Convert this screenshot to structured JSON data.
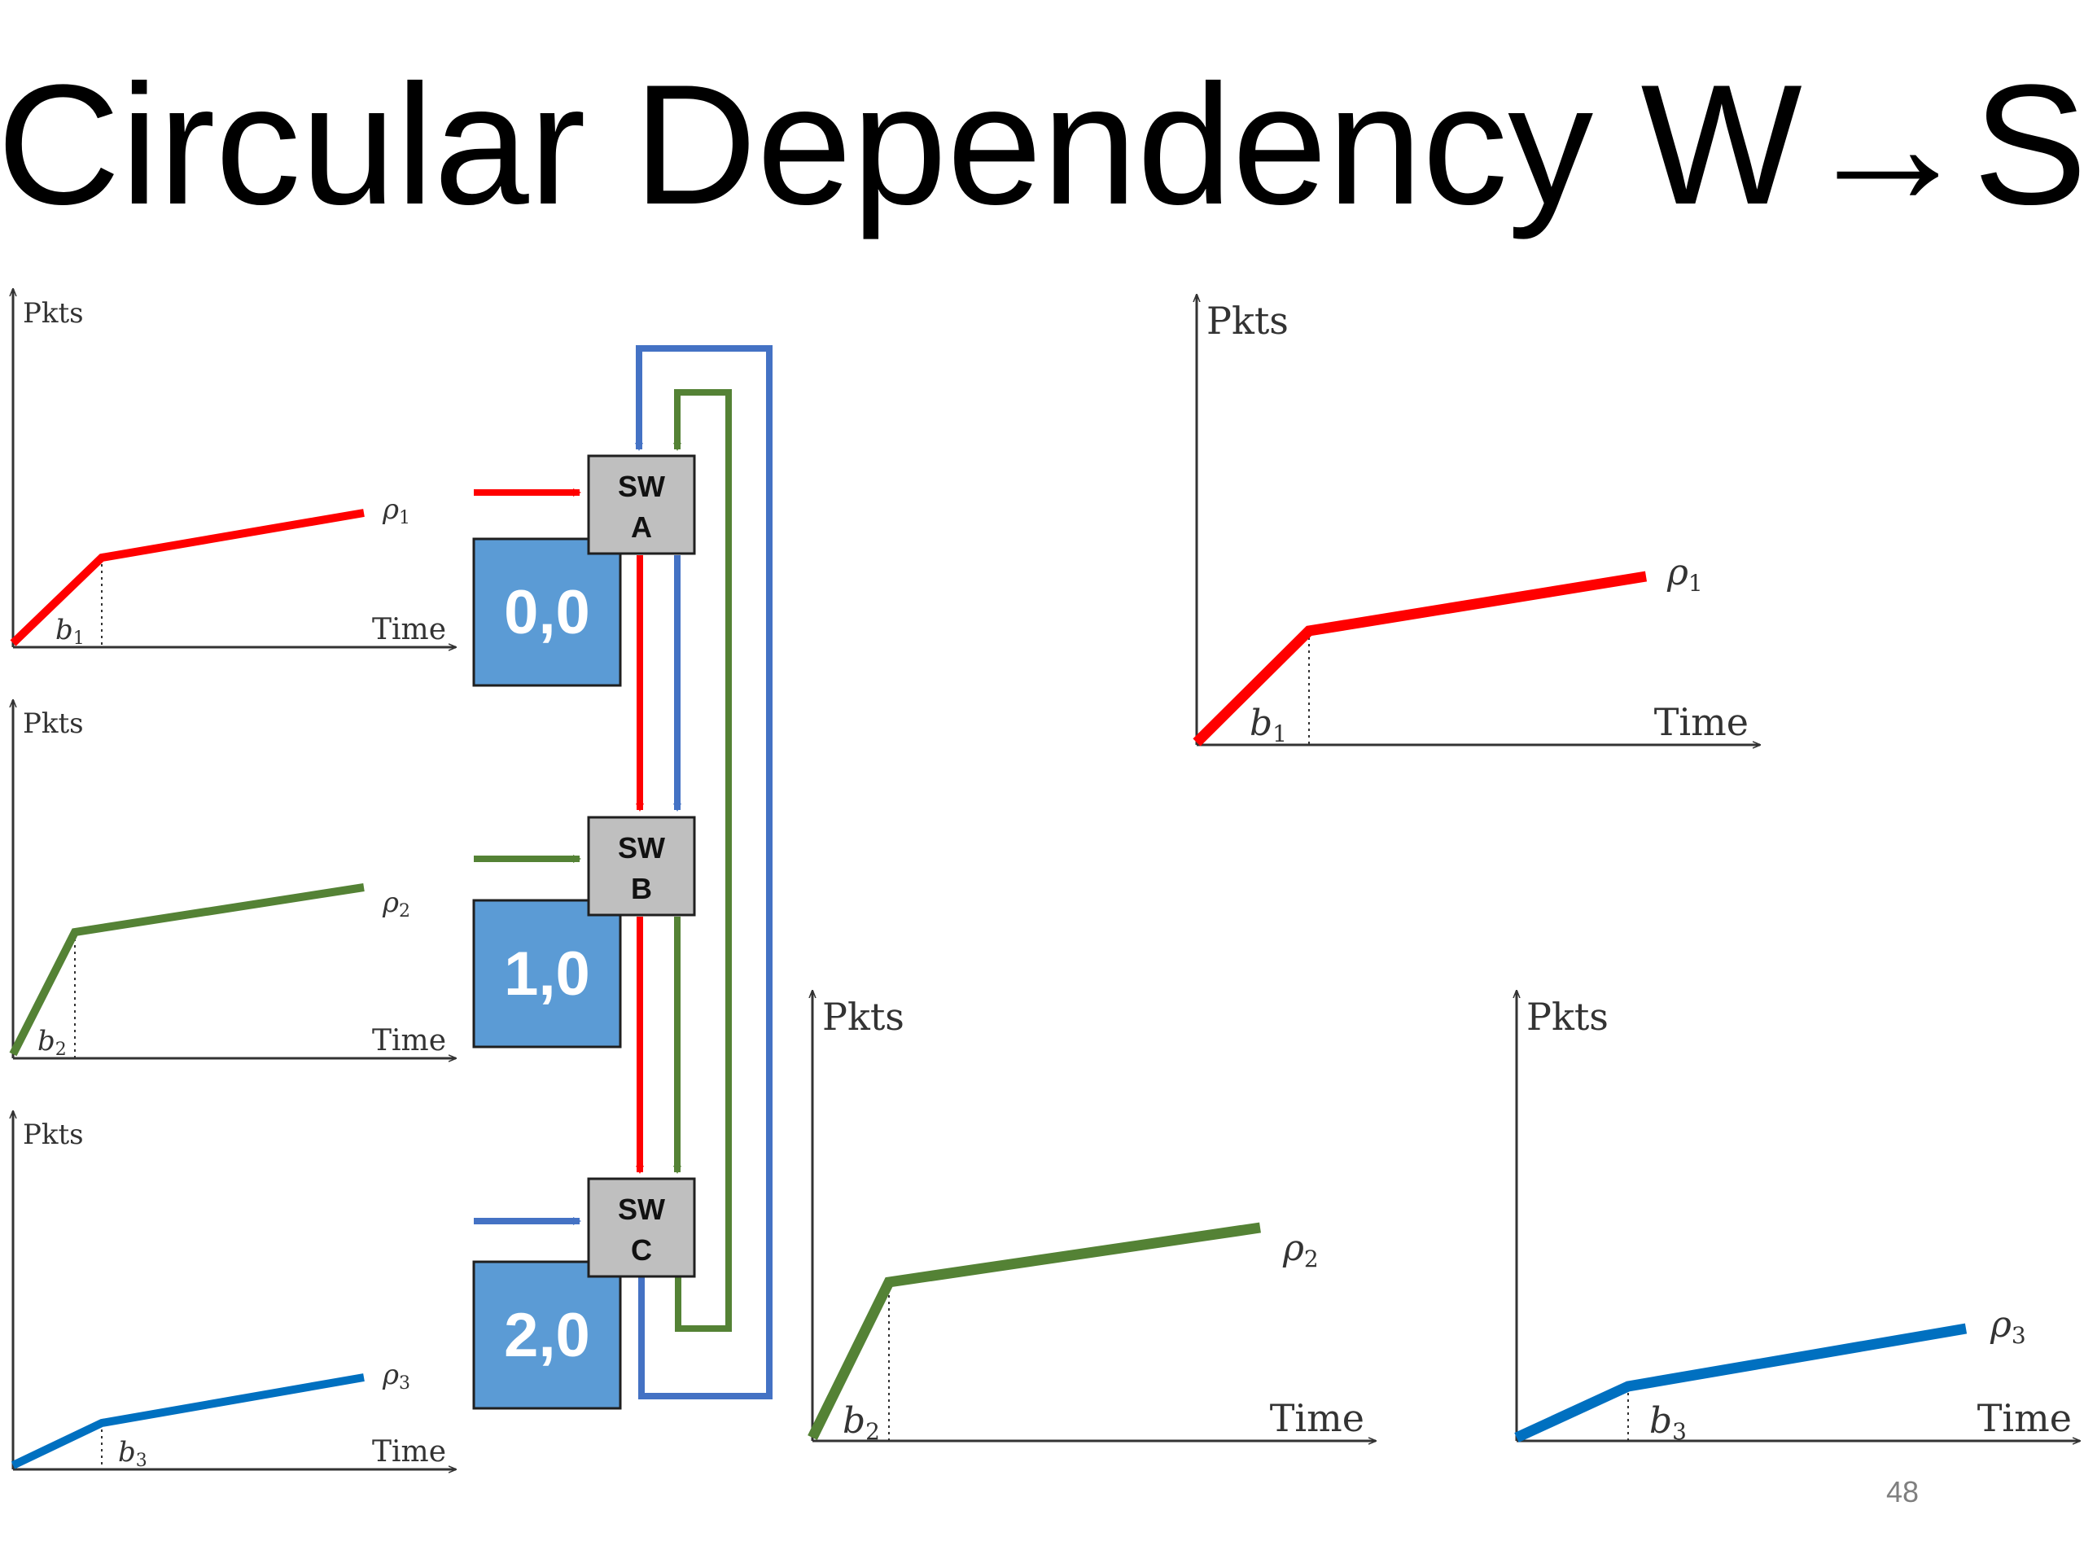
{
  "title": "Circular Dependency W→S",
  "page_number": "48",
  "colors": {
    "red": "#ff0000",
    "green": "#548235",
    "blue": "#4472c4",
    "curve_blue": "#0070c0",
    "switch_fill": "#bfbfbf",
    "state_fill": "#5b9bd5"
  },
  "switches": [
    {
      "id": "A",
      "line1": "SW",
      "line2": "A",
      "state": "0,0"
    },
    {
      "id": "B",
      "line1": "SW",
      "line2": "B",
      "state": "1,0"
    },
    {
      "id": "C",
      "line1": "SW",
      "line2": "C",
      "state": "2,0"
    }
  ],
  "graphs": [
    {
      "ylabel": "Pkts",
      "xlabel": "Time",
      "burst": "b",
      "burst_sub": "1",
      "rate": "ρ",
      "rate_sub": "1"
    },
    {
      "ylabel": "Pkts",
      "xlabel": "Time",
      "burst": "b",
      "burst_sub": "2",
      "rate": "ρ",
      "rate_sub": "2"
    },
    {
      "ylabel": "Pkts",
      "xlabel": "Time",
      "burst": "b",
      "burst_sub": "3",
      "rate": "ρ",
      "rate_sub": "3"
    },
    {
      "ylabel": "Pkts",
      "xlabel": "Time",
      "burst": "b",
      "burst_sub": "1",
      "rate": "ρ",
      "rate_sub": "1"
    },
    {
      "ylabel": "Pkts",
      "xlabel": "Time",
      "burst": "b",
      "burst_sub": "2",
      "rate": "ρ",
      "rate_sub": "2"
    },
    {
      "ylabel": "Pkts",
      "xlabel": "Time",
      "burst": "b",
      "burst_sub": "3",
      "rate": "ρ",
      "rate_sub": "3"
    }
  ]
}
